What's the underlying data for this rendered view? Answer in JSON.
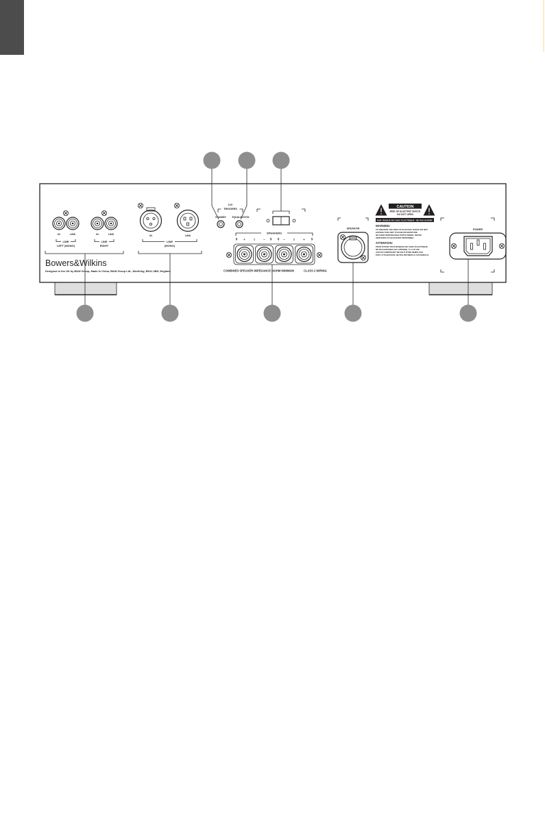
{
  "colors": {
    "outline": "#231f20",
    "callout": "#8e8e8e",
    "page_tab": "#4c4c4c",
    "margin_line": "#efe2a2",
    "foot": "#dedede"
  },
  "icons": {
    "screw": "screw-icon",
    "rca": "rca-jack-icon",
    "xlr": "xlr-socket-icon",
    "binding_post": "binding-post-icon",
    "bolt": "lightning-bolt-icon",
    "speakon": "speakon-socket-icon",
    "warning": "warning-triangle-icon",
    "power_inlet": "iec-power-inlet-icon",
    "switch": "slide-switch-icon",
    "callout": "callout-circle"
  },
  "panel": {
    "brand": "Bowers&Wilkins",
    "designed_text": "Designed in the UK by B&W Group, Made In China, B&W Group Ltd., Worthing, BN11 2BH, England",
    "rca_left": {
      "in": "IN",
      "link": "LINK",
      "line": "LINE",
      "channel": "LEFT (MONO)"
    },
    "rca_right": {
      "in": "IN",
      "link": "LINK",
      "line": "LINE",
      "channel": "RIGHT"
    },
    "xlr": {
      "in": "IN",
      "link": "LINK",
      "line": "LINE",
      "channel": "(MONO)"
    },
    "triggers": {
      "voltage": "12V",
      "title": "TRIGGERS",
      "standby": "STANDBY",
      "equalisation": "EQUALISATION"
    },
    "speakers": {
      "title": "SPEAKERS",
      "plus": "+",
      "minus": "−",
      "ch1": "1",
      "ch2": "2",
      "impedance": "COMBINED SPEAKER IMPEDANCE: 4OHM MINIMUM",
      "wiring": "CLASS 2 WIRING"
    },
    "speakon": {
      "title": "SPEAKON"
    },
    "caution": {
      "title": "CAUTION",
      "line1": "RISK OF ELECTRIC SHOCK",
      "line2": "DO NOT OPEN",
      "avis": "AVIS: RISQUE DE CHOC ELECTRIQUE - NE PAS OUVRIR",
      "warning_title": "WARNING:",
      "warning_lines": [
        "TO PREVENT THE RISK OF ELECTRIC SHOCK DO NOT",
        "EXPOSE THIS UNIT TO RAIN OR MOISTURE.",
        "NO USER SERVICEABLE PARTS INSIDE. REFER",
        "SERVICING TO QUALIFIED PERSONNEL."
      ],
      "attention_title": "ATTENTION:",
      "attention_lines": [
        "POUR ÉVITER TOUS RISQUES DE CHOC ÉLECTRIQUE",
        "NE PAS EXPOSER CET APPAREIL À LA PLUIE.",
        "AUCUN COMPOSANT NE PEUT ÊTRE REMPLACÉ",
        "PAR L'UTILISATEUR. NE PAS RETIRER LE COUVERCLE."
      ]
    },
    "power": {
      "title": "POWER"
    }
  }
}
